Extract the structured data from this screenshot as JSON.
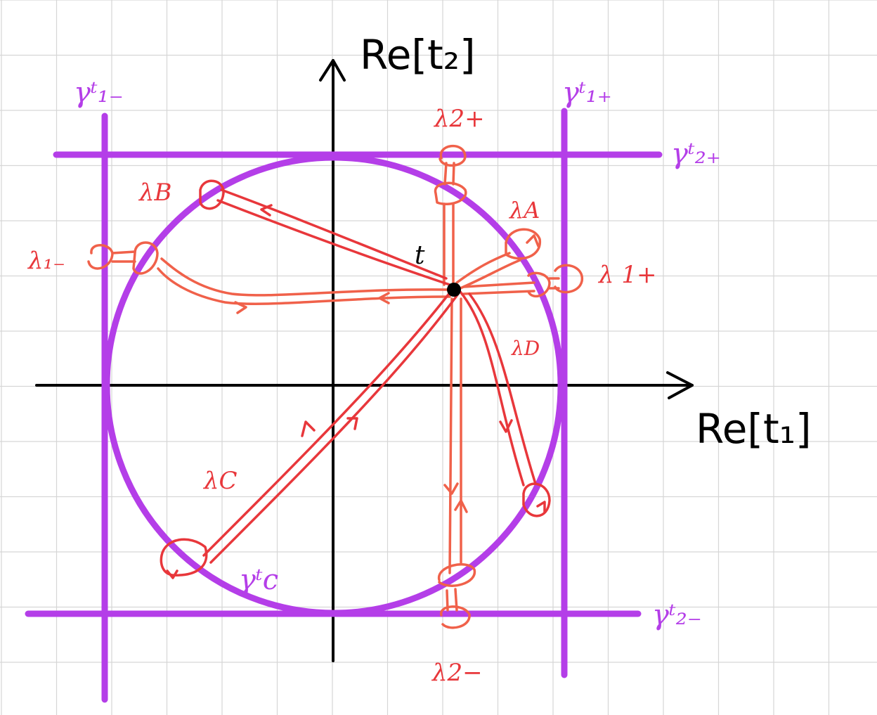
{
  "axes": {
    "horizontal_label": "Re[t₁]",
    "vertical_label": "Re[t₂]"
  },
  "point_label": "t",
  "contours": {
    "gamma_1_minus": "γᵗ₁₋",
    "gamma_1_plus": "γᵗ₁₊",
    "gamma_2_plus": "γᵗ₂₊",
    "gamma_2_minus": "γᵗ₂₋",
    "gamma_c": "γᵗc"
  },
  "paths": {
    "lambda_1_minus": "λ₁₋",
    "lambda_1_plus": "λ 1+",
    "lambda_2_plus": "λ2+",
    "lambda_2_minus": "λ2−",
    "lambda_A": "λA",
    "lambda_B": "λB",
    "lambda_C": "λC",
    "lambda_D": "λD"
  },
  "colors": {
    "grid": "#d6d6d6",
    "contour": "#b43ee8",
    "path": "#e8373b",
    "path_light": "#f0614a",
    "axis": "#000000"
  }
}
